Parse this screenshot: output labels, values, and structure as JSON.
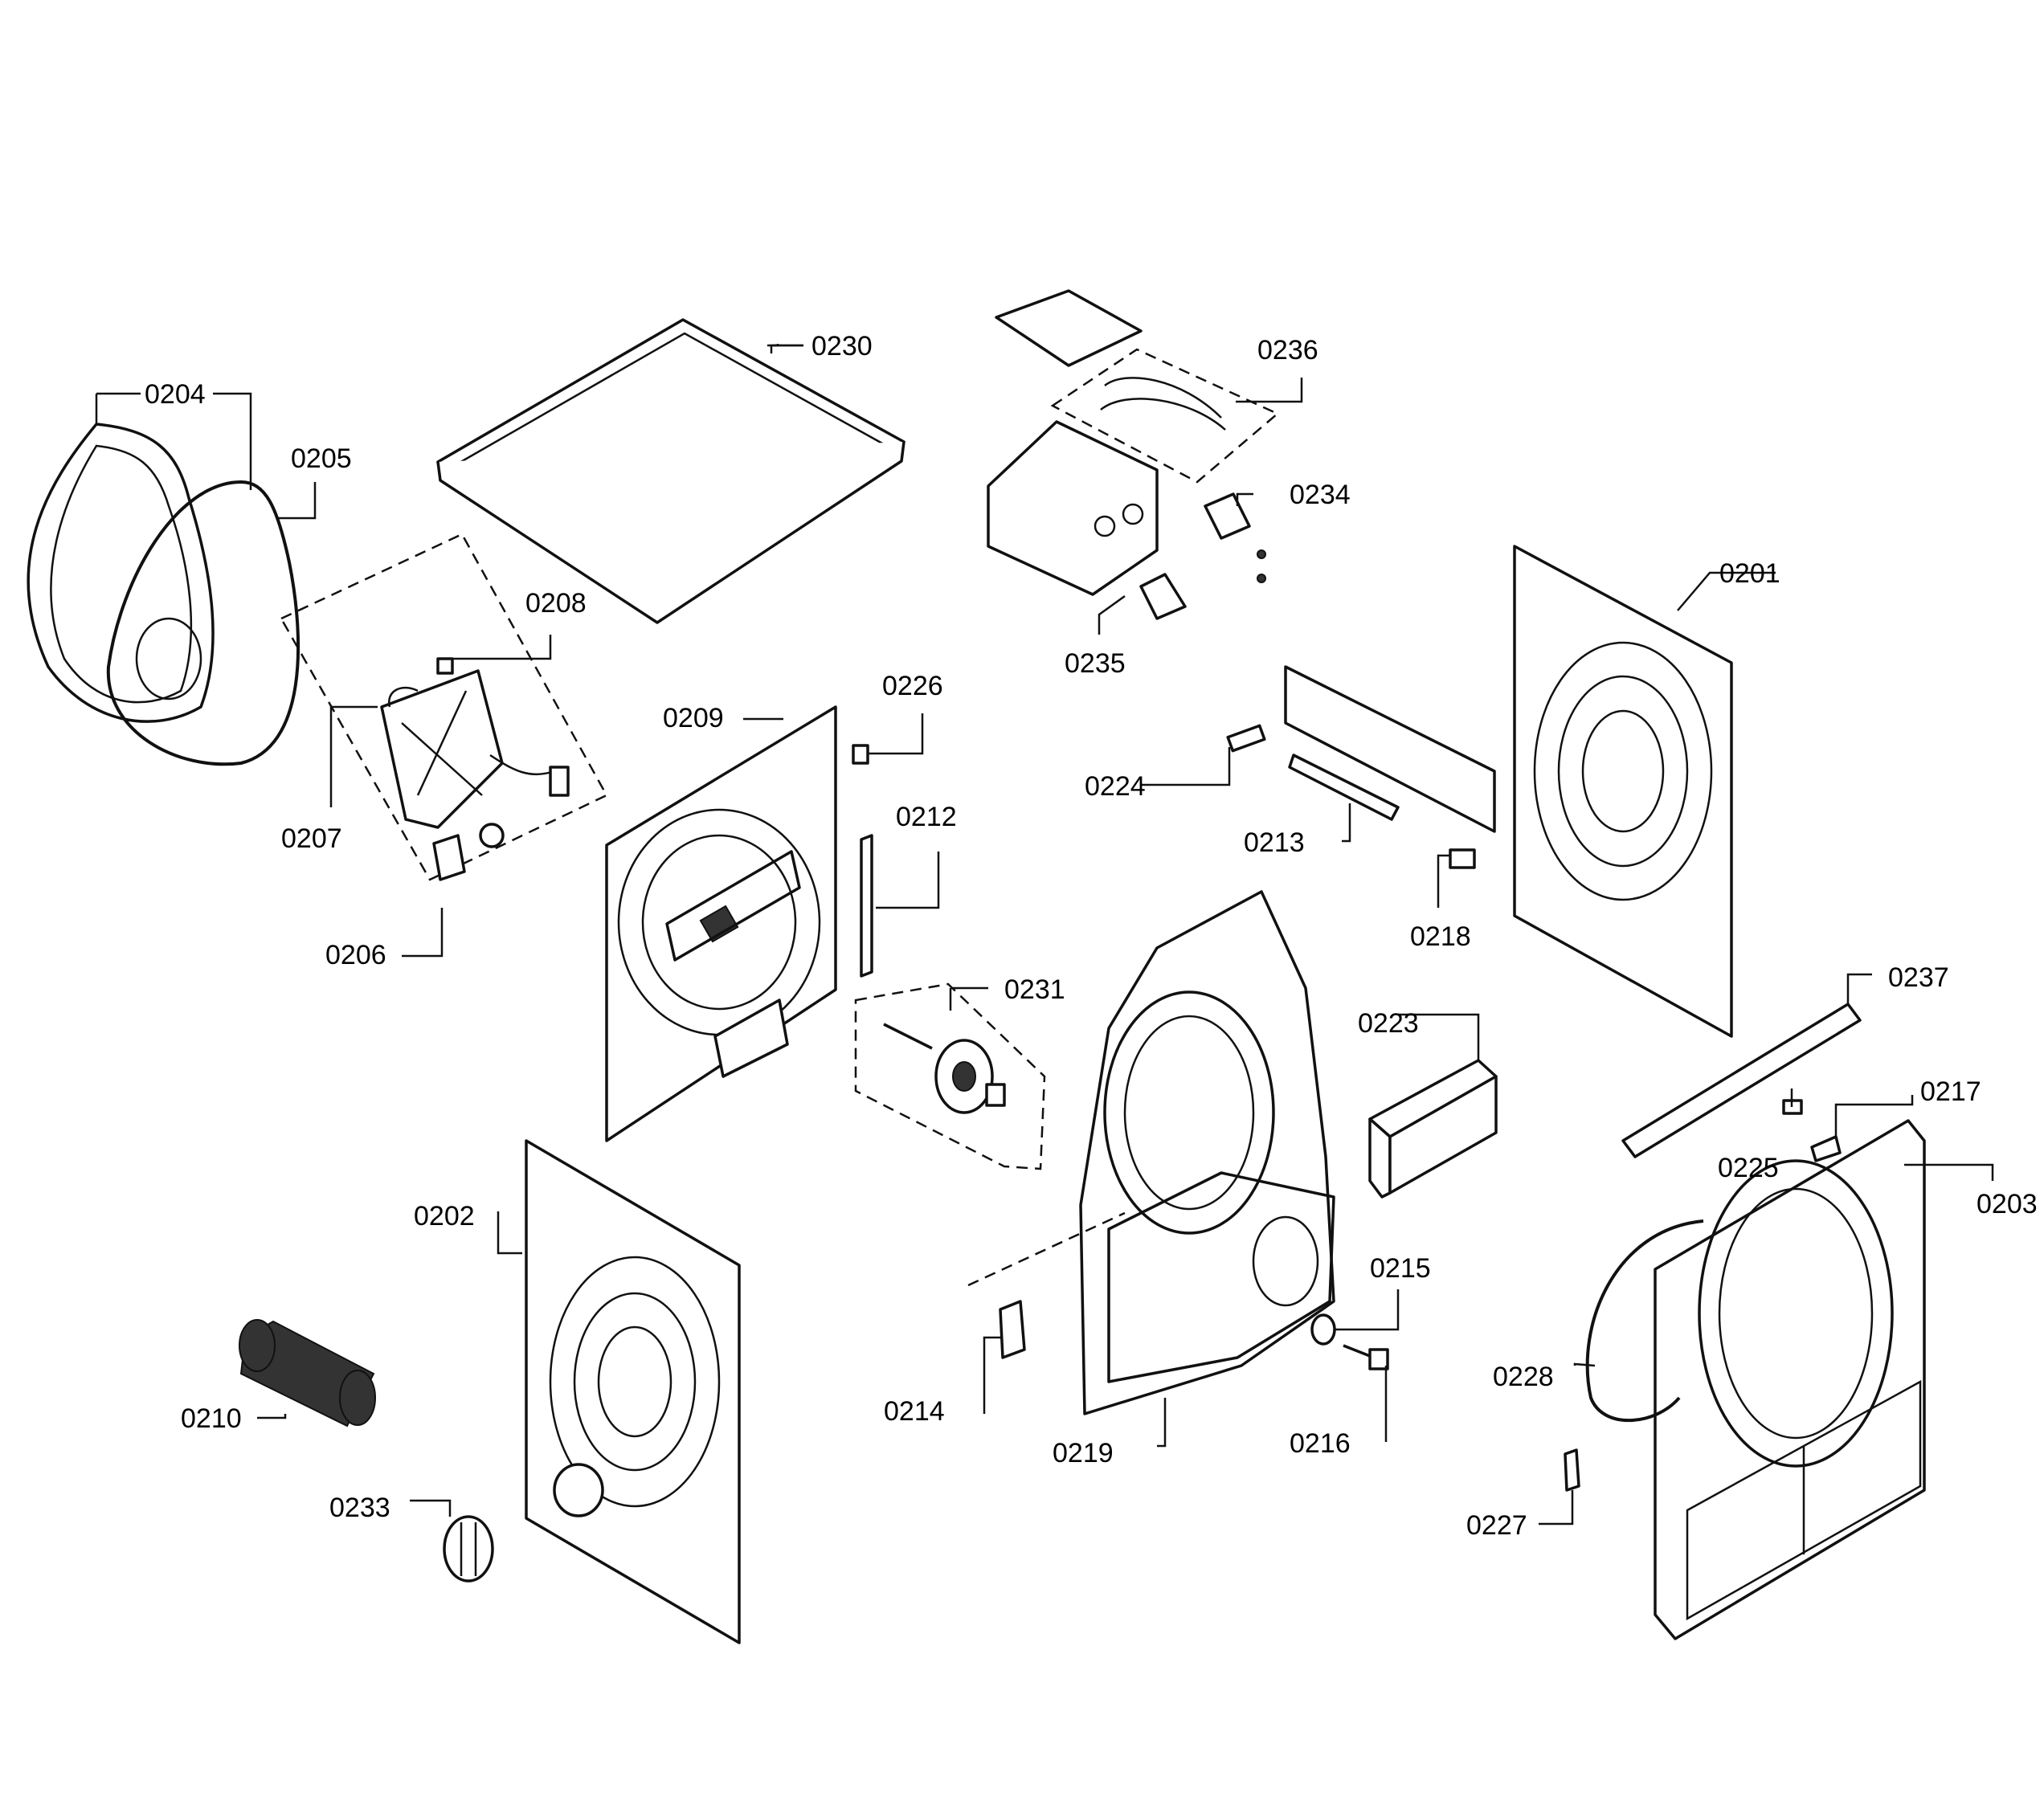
{
  "labels": {
    "p0201": "0201",
    "p0202": "0202",
    "p0203": "0203",
    "p0204": "0204",
    "p0205": "0205",
    "p0206": "0206",
    "p0207": "0207",
    "p0208": "0208",
    "p0209": "0209",
    "p0210": "0210",
    "p0212": "0212",
    "p0213": "0213",
    "p0214": "0214",
    "p0215": "0215",
    "p0216": "0216",
    "p0217": "0217",
    "p0218": "0218",
    "p0219": "0219",
    "p0223": "0223",
    "p0224": "0224",
    "p0225": "0225",
    "p0226": "0226",
    "p0227": "0227",
    "p0228": "0228",
    "p0230": "0230",
    "p0231": "0231",
    "p0233": "0233",
    "p0234": "0234",
    "p0235": "0235",
    "p0236": "0236",
    "p0237": "0237"
  }
}
